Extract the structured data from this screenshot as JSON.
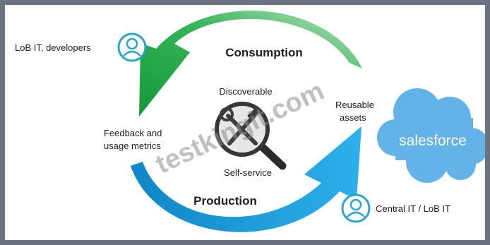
{
  "diagram": {
    "consumption_label": "Consumption",
    "production_label": "Production",
    "discoverable_label": "Discoverable",
    "self_service_label": "Self-service",
    "feedback_line1": "Feedback and",
    "feedback_line2": "usage metrics",
    "reusable_line1": "Reusable",
    "reusable_line2": "assets",
    "lob_label": "LoB IT, developers",
    "central_label": "Central IT / LoB IT",
    "salesforce_label": "salesforce",
    "watermark": "testkingit.com"
  },
  "colors": {
    "consumption_arrow": "#22a84a",
    "production_arrow": "#1a9ad6",
    "cloud": "#63b3e8",
    "person_icon": "#2aa6c6",
    "frame": "#6b7380"
  },
  "icons": {
    "lob_person": "person-icon",
    "central_person": "person-icon",
    "tools": "wrench-hammer-magnifier-icon",
    "cloud": "cloud-icon"
  }
}
